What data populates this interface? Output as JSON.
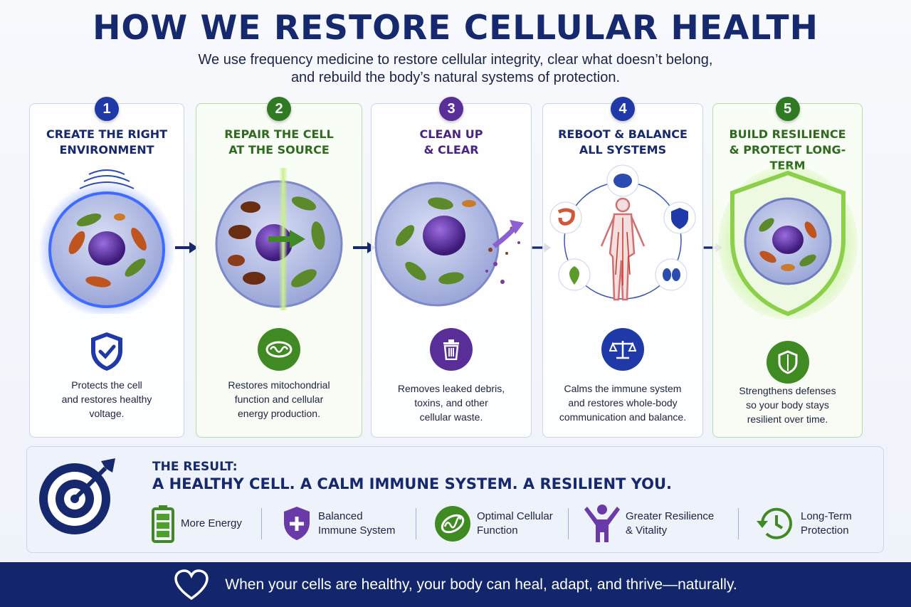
{
  "header": {
    "title": "HOW WE RESTORE CELLULAR HEALTH",
    "subtitle": "We use frequency medicine to restore cellular integrity, clear what doesn’t belong,\nand rebuild the body’s natural systems of protection."
  },
  "steps": [
    {
      "number": "1",
      "title": "CREATE THE RIGHT\nENVIRONMENT",
      "description": "Protects the cell\nand restores healthy\nvoltage.",
      "icon": "shield-check-icon",
      "color": "#1f3aa8"
    },
    {
      "number": "2",
      "title": "REPAIR THE CELL\nAT THE SOURCE",
      "description": "Restores mitochondrial\nfunction and cellular\nenergy production.",
      "icon": "mitochondria-icon",
      "color": "#2f7a22"
    },
    {
      "number": "3",
      "title": "CLEAN UP\n& CLEAR",
      "description": "Removes leaked debris,\ntoxins, and other\ncellular waste.",
      "icon": "trash-icon",
      "color": "#5a2e99"
    },
    {
      "number": "4",
      "title": "REBOOT & BALANCE\nALL SYSTEMS",
      "description": "Calms the immune system\nand restores whole-body\ncommunication and balance.",
      "icon": "scales-icon",
      "color": "#1f3aa8"
    },
    {
      "number": "5",
      "title": "BUILD RESILIENCE\n& PROTECT LONG-TERM",
      "description": "Strengthens defenses\nso your body stays\nresilient over time.",
      "icon": "shield-icon",
      "color": "#2f7a22"
    }
  ],
  "result": {
    "label": "THE RESULT:",
    "headline": "A HEALTHY CELL. A CALM IMMUNE SYSTEM. A RESILIENT YOU.",
    "benefits": [
      {
        "label": "More Energy",
        "icon": "battery-icon"
      },
      {
        "label": "Balanced\nImmune System",
        "icon": "shield-plus-icon"
      },
      {
        "label": "Optimal Cellular\nFunction",
        "icon": "mitochondria-icon"
      },
      {
        "label": "Greater Resilience\n& Vitality",
        "icon": "person-arms-up-icon"
      },
      {
        "label": "Long-Term\nProtection",
        "icon": "clock-refresh-icon"
      }
    ]
  },
  "footer": {
    "text": "When your cells are healthy, your body can heal, adapt, and thrive—naturally.",
    "icon": "heart-icon"
  },
  "colors": {
    "navy": "#16286e",
    "green": "#2f7a22",
    "purple": "#5a2e99",
    "blue": "#1f3aa8",
    "footer_bg": "#13266b"
  }
}
